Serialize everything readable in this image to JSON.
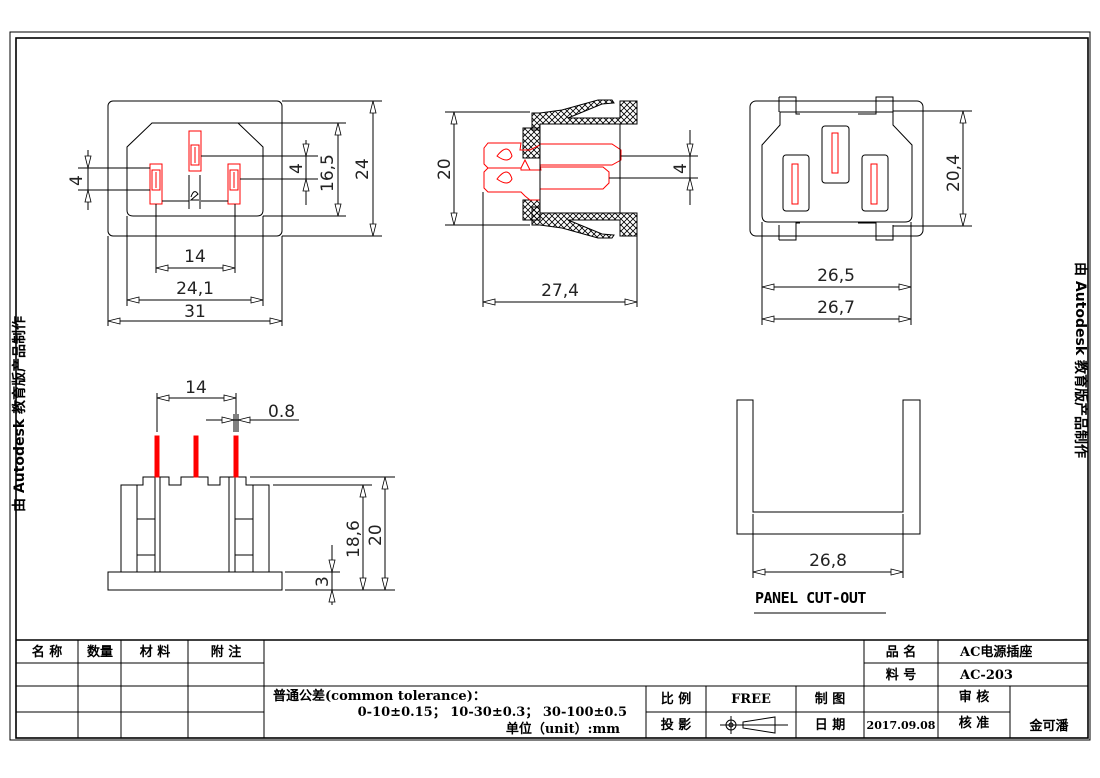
{
  "watermark": "由 Autodesk 教育版产品制作",
  "dimensions": {
    "front": {
      "pin_gap_left": "4",
      "pin_gap_right": "4",
      "inner_height": "16,5",
      "outer_height": "24",
      "pin_pitch": "14",
      "inner_width": "24,1",
      "outer_width": "31"
    },
    "side": {
      "height": "20",
      "pin_offset": "4",
      "depth": "27,4"
    },
    "rear": {
      "height": "20,4",
      "width_a": "26,5",
      "width_b": "26,7"
    },
    "bottom": {
      "pin_pitch": "14",
      "pin_thickness": "0.8",
      "total_height": "20",
      "body_height": "18,6",
      "flange": "3"
    },
    "cutout": {
      "width": "26,8",
      "label": "PANEL CUT-OUT"
    }
  },
  "title_block": {
    "headers": [
      "名 称",
      "数量",
      "材 料",
      "附  注"
    ],
    "tolerance_title": "普通公差(common tolerance)：",
    "tolerance_values": "0-10±0.15； 10-30±0.3； 30-100±0.5",
    "unit": "单位（unit）:mm",
    "scale_label": "比 例",
    "scale_value": "FREE",
    "projection_label": "投 影",
    "drawn_label": "制 图",
    "drawn_value": "",
    "date_label": "日 期",
    "date_value": "2017.09.08",
    "product_name_label": "品 名",
    "product_name_value": "AC电源插座",
    "part_no_label": "料 号",
    "part_no_value": "AC-203",
    "review_label": "审 核",
    "approve_label": "核 准",
    "approver": "金可潘"
  },
  "colors": {
    "line": "#000000",
    "pin": "#ff0000"
  }
}
